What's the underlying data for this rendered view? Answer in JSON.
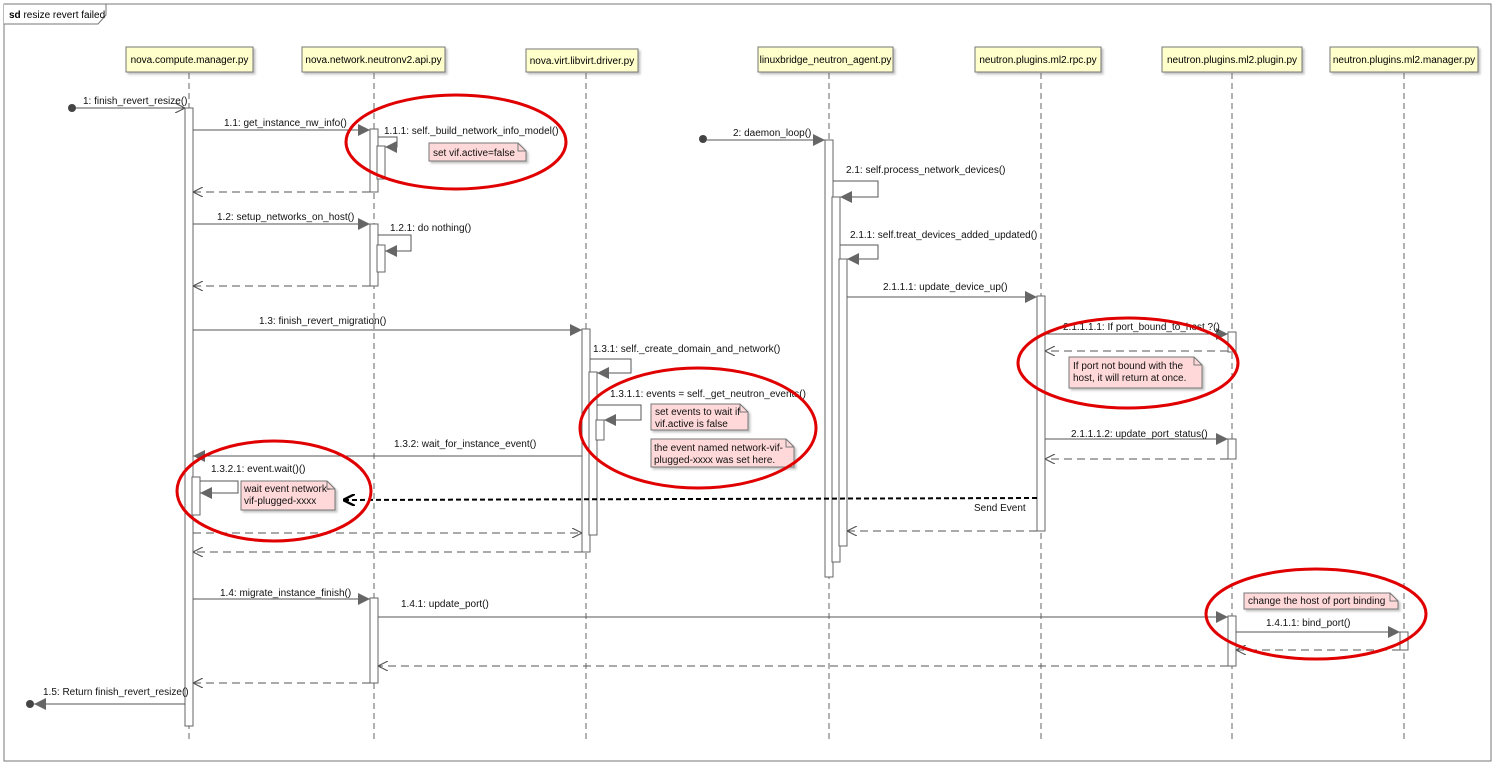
{
  "frame": {
    "keyword": "sd",
    "title": "resize revert failed"
  },
  "lifelines": [
    {
      "id": "ll-compute-manager",
      "label": "nova.compute.manager.py"
    },
    {
      "id": "ll-network-api",
      "label": "nova.network.neutronv2.api.py"
    },
    {
      "id": "ll-libvirt-driver",
      "label": "nova.virt.libvirt.driver.py"
    },
    {
      "id": "ll-linuxbridge-agent",
      "label": "linuxbridge_neutron_agent.py"
    },
    {
      "id": "ll-ml2-rpc",
      "label": "neutron.plugins.ml2.rpc.py"
    },
    {
      "id": "ll-ml2-plugin",
      "label": "neutron.plugins.ml2.plugin.py"
    },
    {
      "id": "ll-ml2-manager",
      "label": "neutron.plugins.ml2.manager.py"
    }
  ],
  "messages": {
    "m1": "1: finish_revert_resize()",
    "m1_1": "1.1: get_instance_nw_info()",
    "m1_1_1": "1.1.1: self._build_network_info_model()",
    "m1_2": "1.2: setup_networks_on_host()",
    "m1_2_1": "1.2.1: do nothing()",
    "m1_3": "1.3: finish_revert_migration()",
    "m1_3_1": "1.3.1: self._create_domain_and_network()",
    "m1_3_1_1": "1.3.1.1: events = self._get_neutron_events()",
    "m1_3_2": "1.3.2: wait_for_instance_event()",
    "m1_3_2_1": "1.3.2.1: event.wait()()",
    "m1_4": "1.4: migrate_instance_finish()",
    "m1_4_1": "1.4.1: update_port()",
    "m1_4_1_1": "1.4.1.1: bind_port()",
    "m1_5": "1.5: Return finish_revert_resize()",
    "m2": "2: daemon_loop()",
    "m2_1": "2.1: self.process_network_devices()",
    "m2_1_1": "2.1.1: self.treat_devices_added_updated()",
    "m2_1_1_1": "2.1.1.1: update_device_up()",
    "m2_1_1_1_1": "2.1.1.1.1: If port_bound_to_host ?()",
    "m2_1_1_1_2": "2.1.1.1.2: update_port_status()",
    "send_event": "Send Event"
  },
  "notes": {
    "vif_active": [
      "set vif.active=false"
    ],
    "port_not_bound": [
      "If port not bound with the",
      "host, it will return at once."
    ],
    "set_events": [
      "set events to wait if",
      "vif.active is false"
    ],
    "event_named": [
      "the event named  network-vif-",
      "plugged-xxxx was set here."
    ],
    "wait_event": [
      "wait event network-",
      "vif-plugged-xxxx"
    ],
    "change_host": [
      "change the host of port binding"
    ]
  },
  "colors": {
    "lifeline_header_fill": "#ffffcc",
    "note_fill": "#ffd9d9",
    "highlight_ellipse": "#e00000",
    "line": "#555555"
  }
}
